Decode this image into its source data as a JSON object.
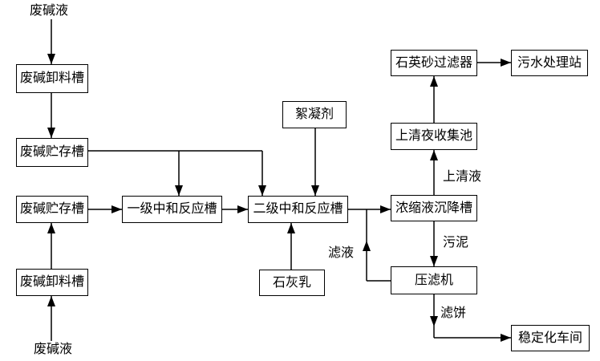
{
  "diagram": {
    "type": "flowchart",
    "background": "#ffffff",
    "line_color": "#000000",
    "box_border_color": "#000000",
    "text_color": "#000000",
    "nodes": {
      "waste_alkali_feed_top": "废碱液",
      "unloading_tank_top": "废碱卸料槽",
      "storage_tank_top": "废碱贮存槽",
      "storage_tank_lower": "废碱贮存槽",
      "unloading_tank_bottom": "废碱卸料槽",
      "waste_alkali_feed_bottom": "废碱液",
      "stage1_neutralization_tank": "一级中和反应槽",
      "flocculant": "絮凝剂",
      "stage2_neutralization_tank": "二级中和反应槽",
      "lime_milk": "石灰乳",
      "quartz_sand_filter": "石英砂过滤器",
      "sewage_treatment_station": "污水处理站",
      "supernatant_collection_pool": "上清夜收集池",
      "concentrate_sedimentation_tank": "浓缩液沉降槽",
      "filter_press": "压滤机",
      "stabilization_workshop": "稳定化车间"
    },
    "flow_labels": {
      "supernatant": "上清液",
      "sludge": "污泥",
      "filtrate": "滤液",
      "filter_cake": "滤饼"
    },
    "edges": [
      {
        "from": "waste_alkali_feed_top",
        "to": "unloading_tank_top",
        "label": ""
      },
      {
        "from": "unloading_tank_top",
        "to": "storage_tank_top",
        "label": ""
      },
      {
        "from": "storage_tank_top",
        "to": "stage1_neutralization_tank",
        "label": ""
      },
      {
        "from": "storage_tank_top",
        "to": "stage2_neutralization_tank",
        "label": ""
      },
      {
        "from": "waste_alkali_feed_bottom",
        "to": "unloading_tank_bottom",
        "label": ""
      },
      {
        "from": "unloading_tank_bottom",
        "to": "storage_tank_lower",
        "label": ""
      },
      {
        "from": "storage_tank_lower",
        "to": "stage1_neutralization_tank",
        "label": ""
      },
      {
        "from": "stage1_neutralization_tank",
        "to": "stage2_neutralization_tank",
        "label": ""
      },
      {
        "from": "flocculant",
        "to": "stage2_neutralization_tank",
        "label": ""
      },
      {
        "from": "lime_milk",
        "to": "stage2_neutralization_tank",
        "label": ""
      },
      {
        "from": "stage2_neutralization_tank",
        "to": "concentrate_sedimentation_tank",
        "label": ""
      },
      {
        "from": "concentrate_sedimentation_tank",
        "to": "supernatant_collection_pool",
        "label": "上清液"
      },
      {
        "from": "supernatant_collection_pool",
        "to": "quartz_sand_filter",
        "label": ""
      },
      {
        "from": "quartz_sand_filter",
        "to": "sewage_treatment_station",
        "label": ""
      },
      {
        "from": "concentrate_sedimentation_tank",
        "to": "filter_press",
        "label": "污泥"
      },
      {
        "from": "filter_press",
        "to": "concentrate_sedimentation_tank",
        "label": "滤液"
      },
      {
        "from": "filter_press",
        "to": "stabilization_workshop",
        "label": "滤饼"
      }
    ]
  }
}
